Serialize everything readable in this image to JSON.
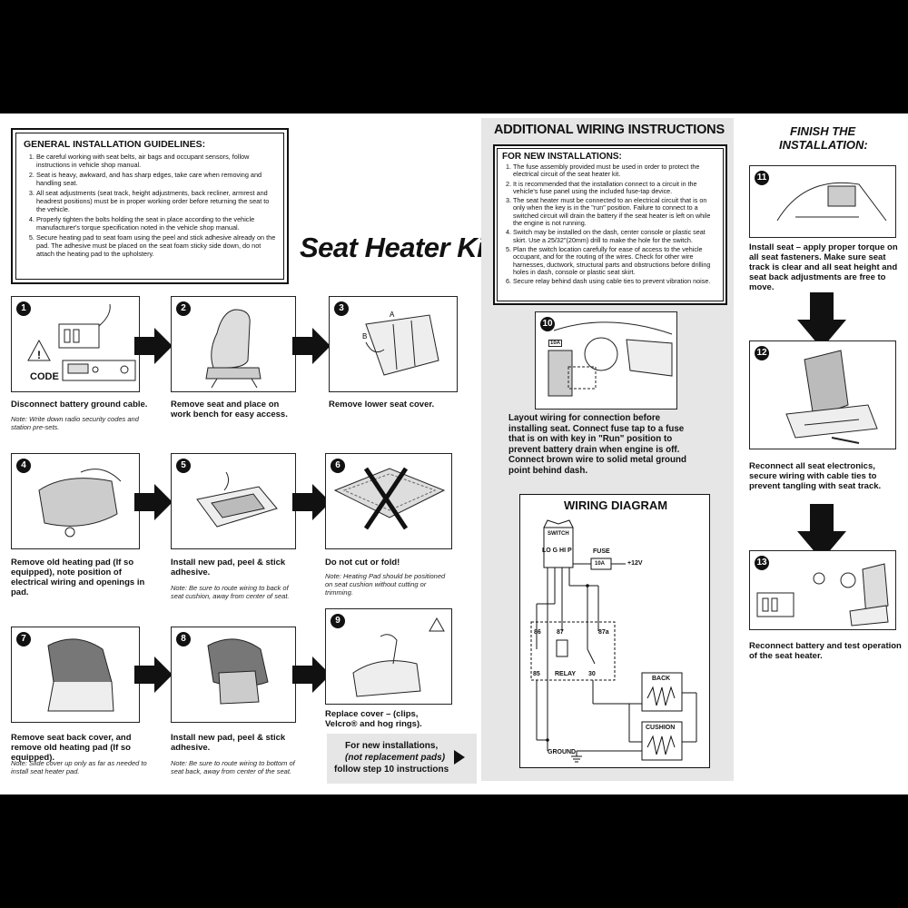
{
  "title": "Seat Heater Kit",
  "guidelines": {
    "heading": "GENERAL INSTALLATION GUIDELINES:",
    "items": [
      "Be careful working with seat belts, air bags and occupant sensors, follow instructions in vehicle shop manual.",
      "Seat is heavy, awkward, and has sharp edges, take care when removing and handling seat.",
      "All seat adjustments (seat track, height adjustments, back recliner, armrest and headrest positions) must be in proper working order before returning the seat to the vehicle.",
      "Properly tighten the bolts holding the seat in place according to the vehicle manufacturer's torque specification noted in the vehicle shop manual.",
      "Secure heating pad to seat foam using the peel and stick adhesive already on the pad. The adhesive must be placed on the seat foam sticky side down, do not attach the heating pad to the upholstery."
    ]
  },
  "steps": [
    {
      "n": "1",
      "caption": "Disconnect battery ground cable.",
      "note": "Note: Write down radio security codes and station pre-sets.",
      "label": "CODE"
    },
    {
      "n": "2",
      "caption": "Remove seat and place on work bench for easy access.",
      "note": ""
    },
    {
      "n": "3",
      "caption": "Remove lower seat cover.",
      "note": ""
    },
    {
      "n": "4",
      "caption": "Remove old heating pad (If so equipped), note position of electrical wiring and openings in pad.",
      "note": ""
    },
    {
      "n": "5",
      "caption": "Install new pad, peel & stick adhesive.",
      "note": "Note: Be sure to route wiring to back of seat cushion, away from center of seat."
    },
    {
      "n": "6",
      "caption": "Do not cut or fold!",
      "note": "Note: Heating Pad should be positioned on seat cushion without cutting or trimming."
    },
    {
      "n": "7",
      "caption": "Remove seat back cover, and remove old heating pad (If so equipped).",
      "note": "Note: Slide cover up only as far as needed to install seat heater pad."
    },
    {
      "n": "8",
      "caption": "Install new pad, peel & stick adhesive.",
      "note": "Note: Be sure to route wiring to bottom of seat back, away from center of the seat."
    },
    {
      "n": "9",
      "caption": "Replace cover – (clips, Velcro® and hog rings).",
      "note": ""
    },
    {
      "n": "10",
      "caption": "Layout wiring for connection before installing seat. Connect fuse tap to a fuse that is on with key in \"Run\" position to prevent battery drain when engine is off. Connect brown wire to solid metal ground point behind dash.",
      "note": ""
    },
    {
      "n": "11",
      "caption": "Install seat – apply proper torque on all seat fasteners. Make sure seat track is clear and all seat height and seat back adjustments are free to move.",
      "note": ""
    },
    {
      "n": "12",
      "caption": "Reconnect all seat electronics, secure wiring with cable ties to prevent tangling with seat track.",
      "note": ""
    },
    {
      "n": "13",
      "caption": "Reconnect battery and test operation of the seat heater.",
      "note": ""
    }
  ],
  "new_install": {
    "line1": "For new installations,",
    "line2": "(not replacement pads)",
    "line3": "follow step 10 instructions"
  },
  "additional": {
    "heading": "ADDITIONAL WIRING INSTRUCTIONS",
    "subheading": "FOR NEW INSTALLATIONS:",
    "items": [
      "The fuse assembly provided must be used in order to protect the electrical circuit of the seat heater kit.",
      "It is recommended that the installation connect to a circuit in the vehicle's fuse panel using the included fuse-tap device.",
      "The seat heater must be connected to an electrical circuit that is on only when the key is in the \"run\" position. Failure to connect to a switched circuit will drain the battery if the seat heater is left on while the engine is not running.",
      "Switch may be installed on the dash, center console or plastic seat skirt. Use a 25/32\"(20mm) drill to make the hole for the switch.",
      "Plan the switch location carefully for ease of access to the vehicle occupant, and for the routing of the wires. Check for other wire harnesses, ductwork, structural parts and obstructions before drilling holes in dash, console or plastic seat skirt.",
      "Secure relay behind dash using cable ties to prevent vibration noise."
    ]
  },
  "wiring": {
    "heading": "WIRING DIAGRAM",
    "switch": "SWITCH",
    "switch_pins": "LO G HI P",
    "fuse": "FUSE",
    "fuse_rating": "10A",
    "voltage": "+12V",
    "pin86": "86",
    "pin87": "87",
    "pin87a": "87a",
    "pin85": "85",
    "relay": "RELAY",
    "pin30": "30",
    "back": "BACK",
    "cushion": "CUSHION",
    "ground": "GROUND",
    "fuse_tag": "10A"
  },
  "finish": {
    "line1": "FINISH THE",
    "line2": "INSTALLATION:"
  }
}
